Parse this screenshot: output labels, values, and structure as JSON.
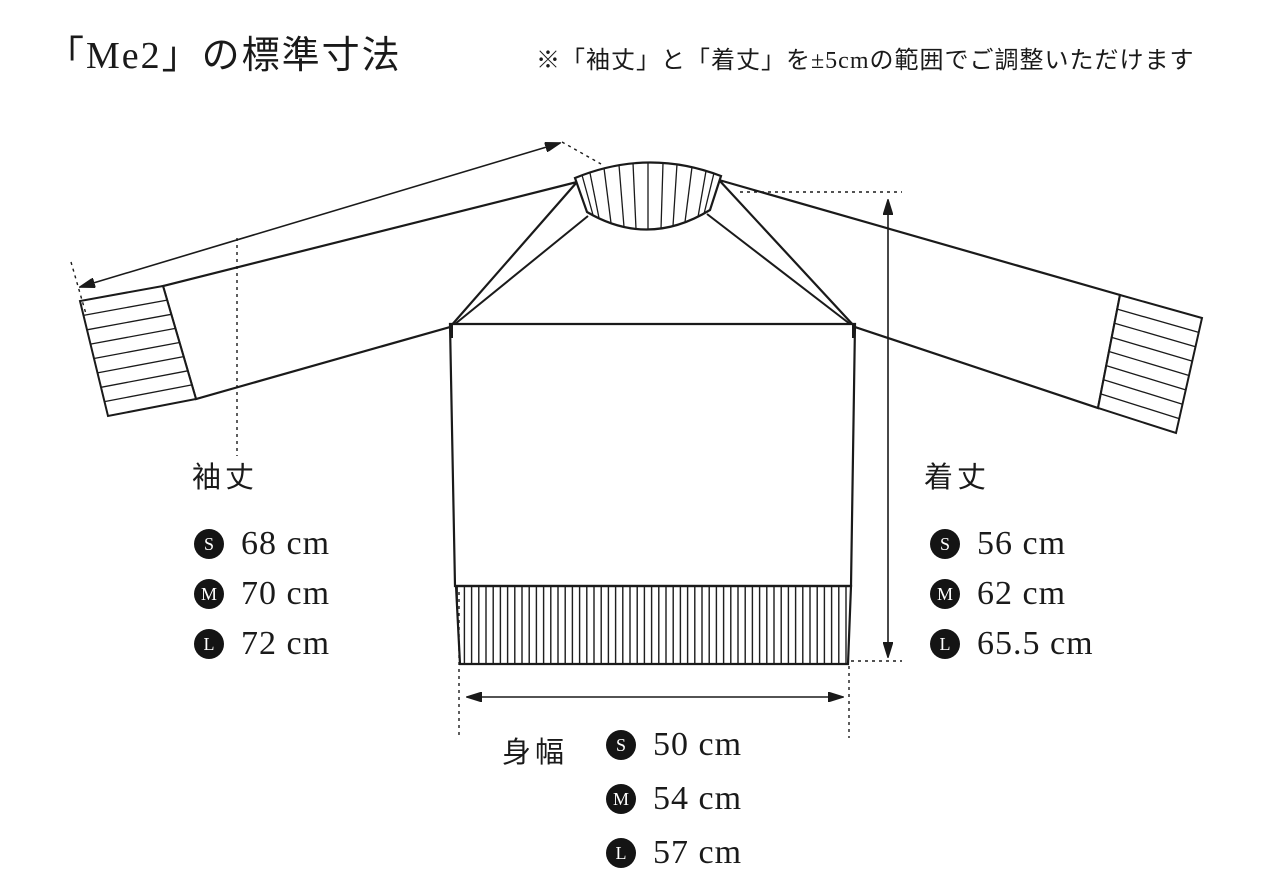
{
  "page": {
    "title": "「Me2」の標準寸法",
    "note": "※「袖丈」と「着丈」を±5cmの範囲でご調整いただけます"
  },
  "colors": {
    "ink": "#1a1a1a",
    "background": "#ffffff"
  },
  "measurements": {
    "sleeve": {
      "label": "袖丈",
      "sizes": [
        {
          "size": "S",
          "value": "68 cm"
        },
        {
          "size": "M",
          "value": "70 cm"
        },
        {
          "size": "L",
          "value": "72 cm"
        }
      ]
    },
    "length": {
      "label": "着丈",
      "sizes": [
        {
          "size": "S",
          "value": "56 cm"
        },
        {
          "size": "M",
          "value": "62 cm"
        },
        {
          "size": "L",
          "value": "65.5 cm"
        }
      ]
    },
    "width": {
      "label": "身幅",
      "sizes": [
        {
          "size": "S",
          "value": "50 cm"
        },
        {
          "size": "M",
          "value": "54 cm"
        },
        {
          "size": "L",
          "value": "57 cm"
        }
      ]
    }
  }
}
